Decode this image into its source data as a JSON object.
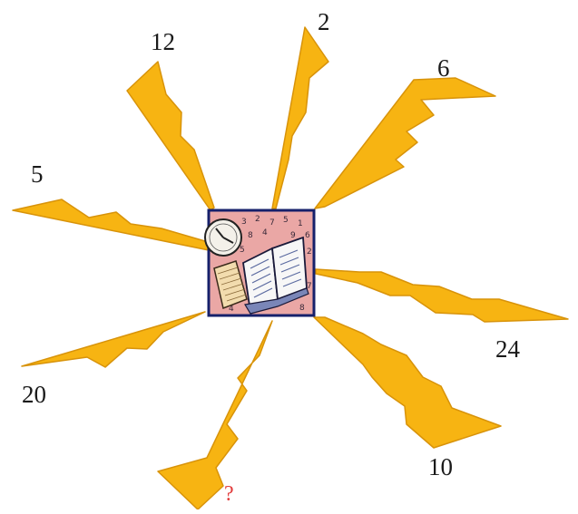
{
  "puzzle": {
    "numbers": {
      "top_left": "12",
      "top": "2",
      "top_right": "6",
      "left": "5",
      "right": "24",
      "bottom_left": "20",
      "bottom": "?",
      "bottom_right": "10"
    }
  },
  "colors": {
    "bolt_fill": "#f7b412",
    "bolt_stroke": "#d8930a",
    "center_background": "#eaa7a5",
    "center_border": "#16206b",
    "missing_number": "#e23b3b",
    "number_text": "#1a1a1a"
  },
  "icons": {
    "center": "clock-book-notepad-clipart"
  }
}
